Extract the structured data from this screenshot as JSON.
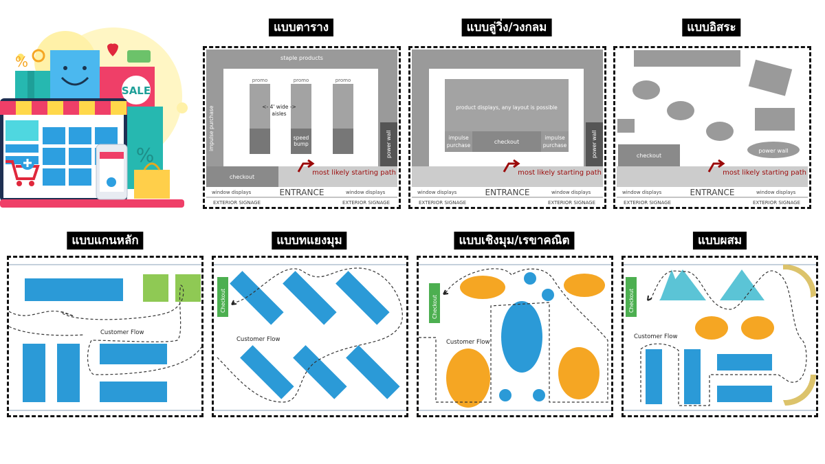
{
  "top_titles": [
    "แบบตาราง",
    "แบบลู่วิ่ง/วงกลม",
    "แบบอิสระ"
  ],
  "bottom_titles": [
    "แบบแกนหลัก",
    "แบบทแยงมุม",
    "แบบเชิงมุม/เรขาคณิต",
    "แบบผสม"
  ],
  "hero": {
    "sale_label": "SALE",
    "percent_symbol": "%"
  },
  "common": {
    "entrance": "ENTRANCE",
    "window_displays": "window displays",
    "exterior_signage": "EXTERIOR SIGNAGE",
    "starting_path": "most likely starting path",
    "checkout": "checkout",
    "customer_flow": "Customer Flow",
    "checkout_sign": "Checkout"
  },
  "grid": {
    "staple": "staple products",
    "promo": "promo",
    "aisles_line1": "<- 4' wide ->",
    "aisles_line2": "aisles",
    "impulse": "impulse purchase",
    "speed_line1": "speed",
    "speed_line2": "bump",
    "power_wall": "power wall"
  },
  "loop": {
    "product_displays": "product displays, any layout is possible",
    "impulse_line1": "impulse",
    "impulse_line2": "purchase",
    "power_wall": "power wall"
  },
  "free": {
    "power_wall": "power wall"
  },
  "colors": {
    "blue": "#2b9ad7",
    "orange": "#f5a623",
    "green": "#8fc954",
    "teal": "#5bc4d6",
    "checkout_green": "#4caf50",
    "dark_red": "#8b0000",
    "arc": "#dcc36b"
  }
}
